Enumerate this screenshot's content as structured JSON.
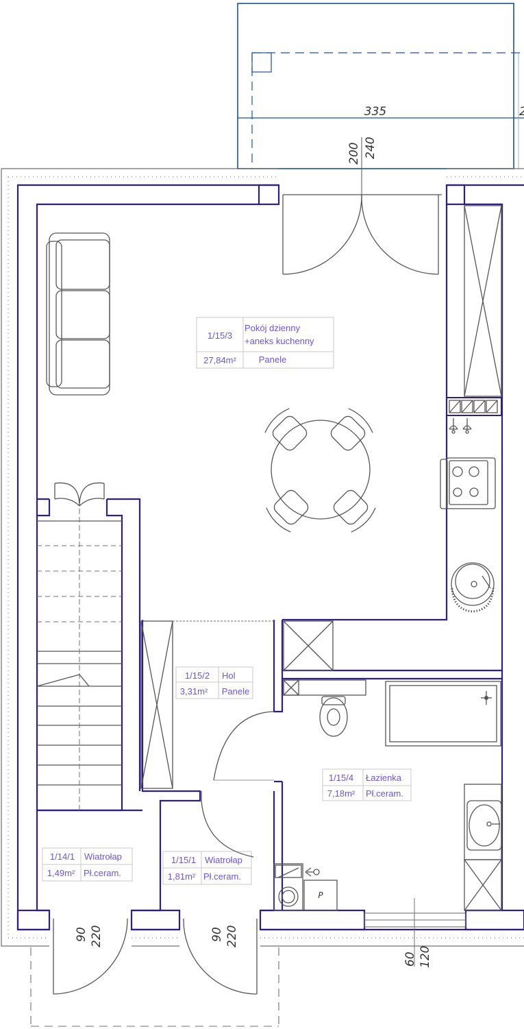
{
  "rooms": [
    {
      "id": "1/15/3",
      "name_line1": "Pokój dzienny",
      "name_line2": "+aneks kuchenny",
      "area": "27,84m²",
      "floor": "Panele"
    },
    {
      "id": "1/15/2",
      "name": "Hol",
      "area": "3,31m²",
      "floor": "Panele"
    },
    {
      "id": "1/15/4",
      "name": "Łazienka",
      "area": "7,18m²",
      "floor": "Pł.ceram."
    },
    {
      "id": "1/14/1",
      "name": "Wiatrołap",
      "area": "1,49m²",
      "floor": "Pł.ceram."
    },
    {
      "id": "1/15/1",
      "name": "Wiatrołap",
      "area": "1,81m²",
      "floor": "Pł.ceram."
    }
  ],
  "dimensions": {
    "terrace_width": "335",
    "terrace_cut": "2",
    "terrace_door_top": "200",
    "terrace_door_bottom": "240",
    "entry_left_top": "90",
    "entry_left_bottom": "220",
    "entry_right_top": "90",
    "entry_right_bottom": "220",
    "window_top": "60",
    "window_bottom": "120"
  },
  "fixtures": {
    "pump_label": "P"
  },
  "colors": {
    "wall": "#2d1e8a",
    "label": "#6a55e0",
    "terrace": "#1f4e9a",
    "line": "#555555"
  }
}
